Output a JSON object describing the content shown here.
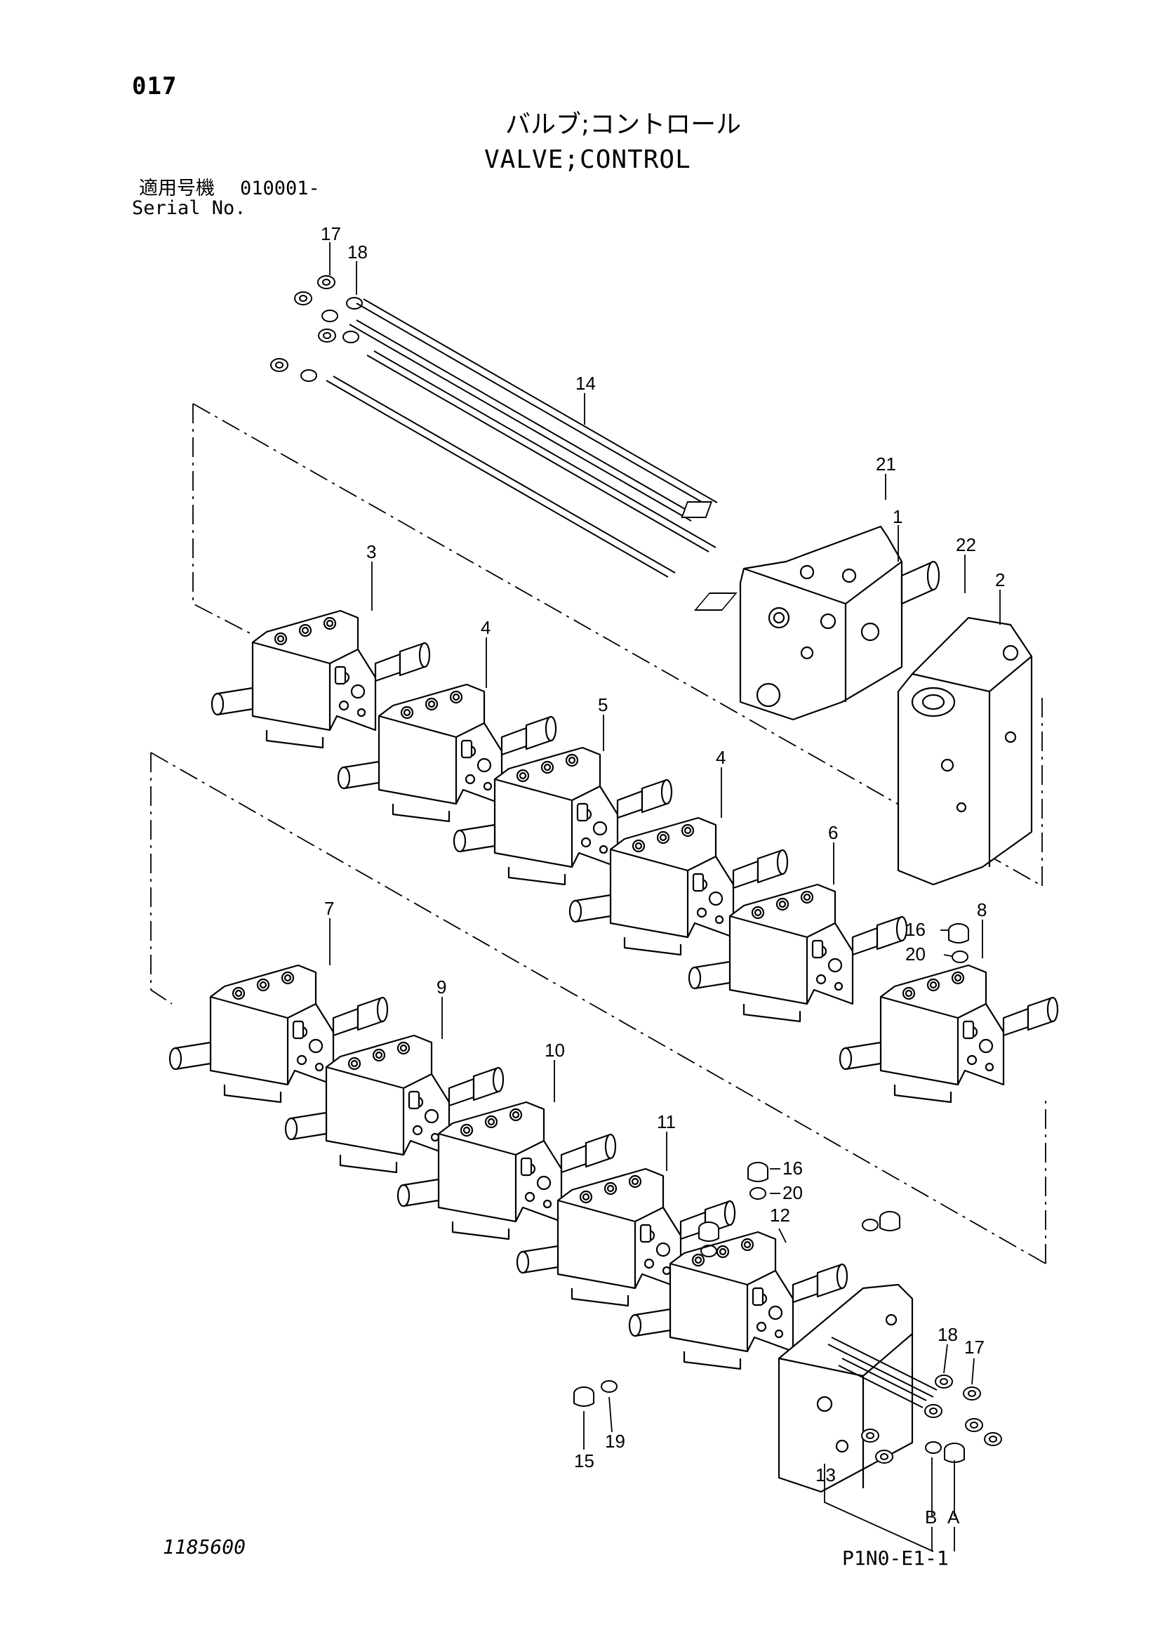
{
  "header": {
    "page_number": "017",
    "title_jp": "バルブ;コントロール",
    "title_en": "VALVE;CONTROL",
    "serial_label_jp": "適用号機",
    "serial_number": "010001-",
    "serial_label_en": "Serial No."
  },
  "footer": {
    "drawing_number": "1185600",
    "figure_code": "P1N0-E1-1"
  },
  "callouts": {
    "c17_top": "17",
    "c18_top": "18",
    "c14": "14",
    "c21": "21",
    "c1": "1",
    "c22": "22",
    "c2": "2",
    "c3": "3",
    "c4a": "4",
    "c5": "5",
    "c4b": "4",
    "c6": "6",
    "c16a": "16",
    "c8": "8",
    "c20a": "20",
    "c7": "7",
    "c9": "9",
    "c10": "10",
    "c11": "11",
    "c16b": "16",
    "c20b": "20",
    "c12": "12",
    "c18_bot": "18",
    "c17_bot": "17",
    "c15": "15",
    "c19": "19",
    "c13": "13",
    "cB": "B",
    "cA": "A"
  }
}
